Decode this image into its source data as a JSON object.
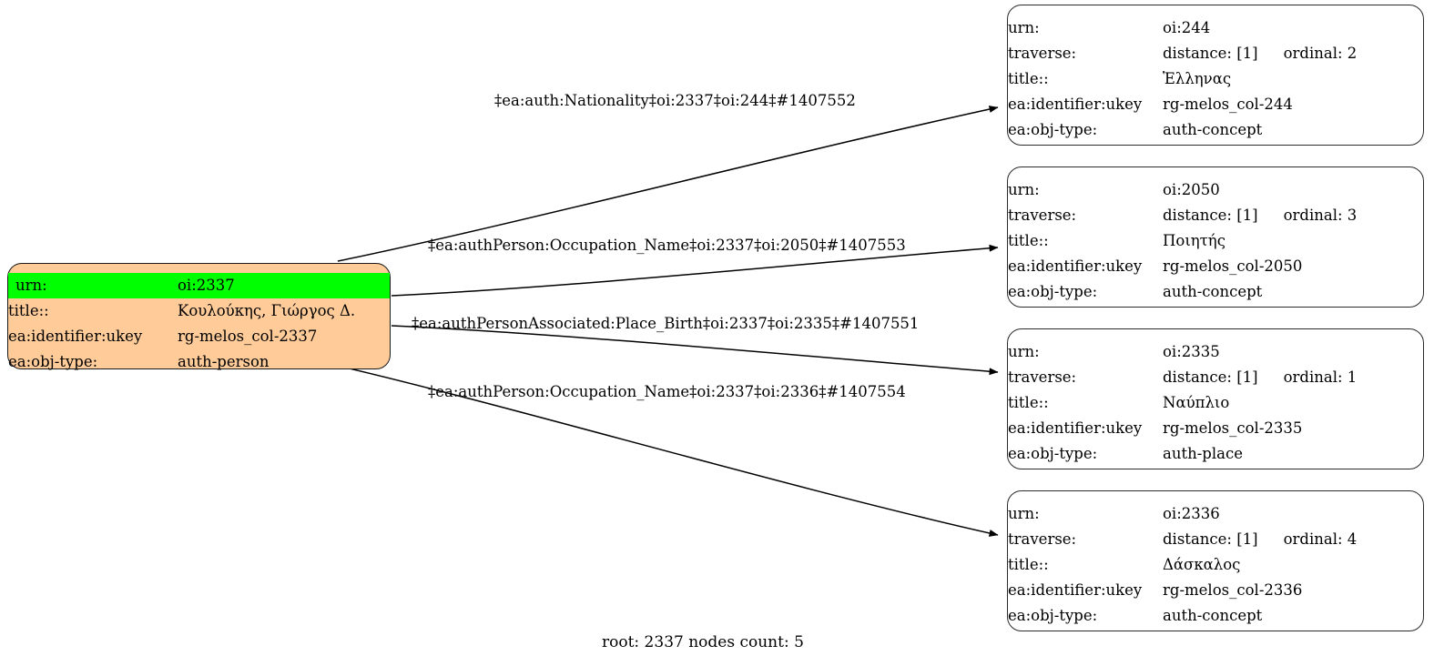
{
  "graph": {
    "caption": "root: 2337 nodes count: 5",
    "colors": {
      "root_fill": "#ffcc99",
      "highlight": "#00ff00",
      "node_fill": "#ffffff",
      "border": "#2b2b2b",
      "edge": "#000000"
    },
    "root_node": {
      "id": "oi:2337",
      "rows": [
        {
          "key": "urn:",
          "value": "oi:2337",
          "highlight": true
        },
        {
          "key": "title::",
          "value": "Κουλούκης, Γιώργος Δ.",
          "highlight": false
        },
        {
          "key": "ea:identifier:ukey",
          "value": "rg-melos_col-2337",
          "highlight": false
        },
        {
          "key": "ea:obj-type:",
          "value": "auth-person",
          "highlight": false
        }
      ]
    },
    "target_nodes": [
      {
        "id": "oi:244",
        "rows": [
          {
            "key": "urn:",
            "value": "oi:244"
          },
          {
            "key": "traverse:",
            "value": "distance: [1]",
            "value2": "ordinal: 2"
          },
          {
            "key": "title::",
            "value": "Ἑλληνας"
          },
          {
            "key": "ea:identifier:ukey",
            "value": "rg-melos_col-244"
          },
          {
            "key": "ea:obj-type:",
            "value": "auth-concept"
          }
        ]
      },
      {
        "id": "oi:2050",
        "rows": [
          {
            "key": "urn:",
            "value": "oi:2050"
          },
          {
            "key": "traverse:",
            "value": "distance: [1]",
            "value2": "ordinal: 3"
          },
          {
            "key": "title::",
            "value": "Ποιητής"
          },
          {
            "key": "ea:identifier:ukey",
            "value": "rg-melos_col-2050"
          },
          {
            "key": "ea:obj-type:",
            "value": "auth-concept"
          }
        ]
      },
      {
        "id": "oi:2335",
        "rows": [
          {
            "key": "urn:",
            "value": "oi:2335"
          },
          {
            "key": "traverse:",
            "value": "distance: [1]",
            "value2": "ordinal: 1"
          },
          {
            "key": "title::",
            "value": "Ναύπλιο"
          },
          {
            "key": "ea:identifier:ukey",
            "value": "rg-melos_col-2335"
          },
          {
            "key": "ea:obj-type:",
            "value": "auth-place"
          }
        ]
      },
      {
        "id": "oi:2336",
        "rows": [
          {
            "key": "urn:",
            "value": "oi:2336"
          },
          {
            "key": "traverse:",
            "value": "distance: [1]",
            "value2": "ordinal: 4"
          },
          {
            "key": "title::",
            "value": "Δάσκαλος"
          },
          {
            "key": "ea:identifier:ukey",
            "value": "rg-melos_col-2336"
          },
          {
            "key": "ea:obj-type:",
            "value": "auth-concept"
          }
        ]
      }
    ],
    "edges": [
      {
        "label": "‡ea:auth:Nationality‡oi:2337‡oi:244‡#1407552"
      },
      {
        "label": "‡ea:authPerson:Occupation_Name‡oi:2337‡oi:2050‡#1407553"
      },
      {
        "label": "‡ea:authPersonAssociated:Place_Birth‡oi:2337‡oi:2335‡#1407551"
      },
      {
        "label": "‡ea:authPerson:Occupation_Name‡oi:2337‡oi:2336‡#1407554"
      }
    ]
  }
}
